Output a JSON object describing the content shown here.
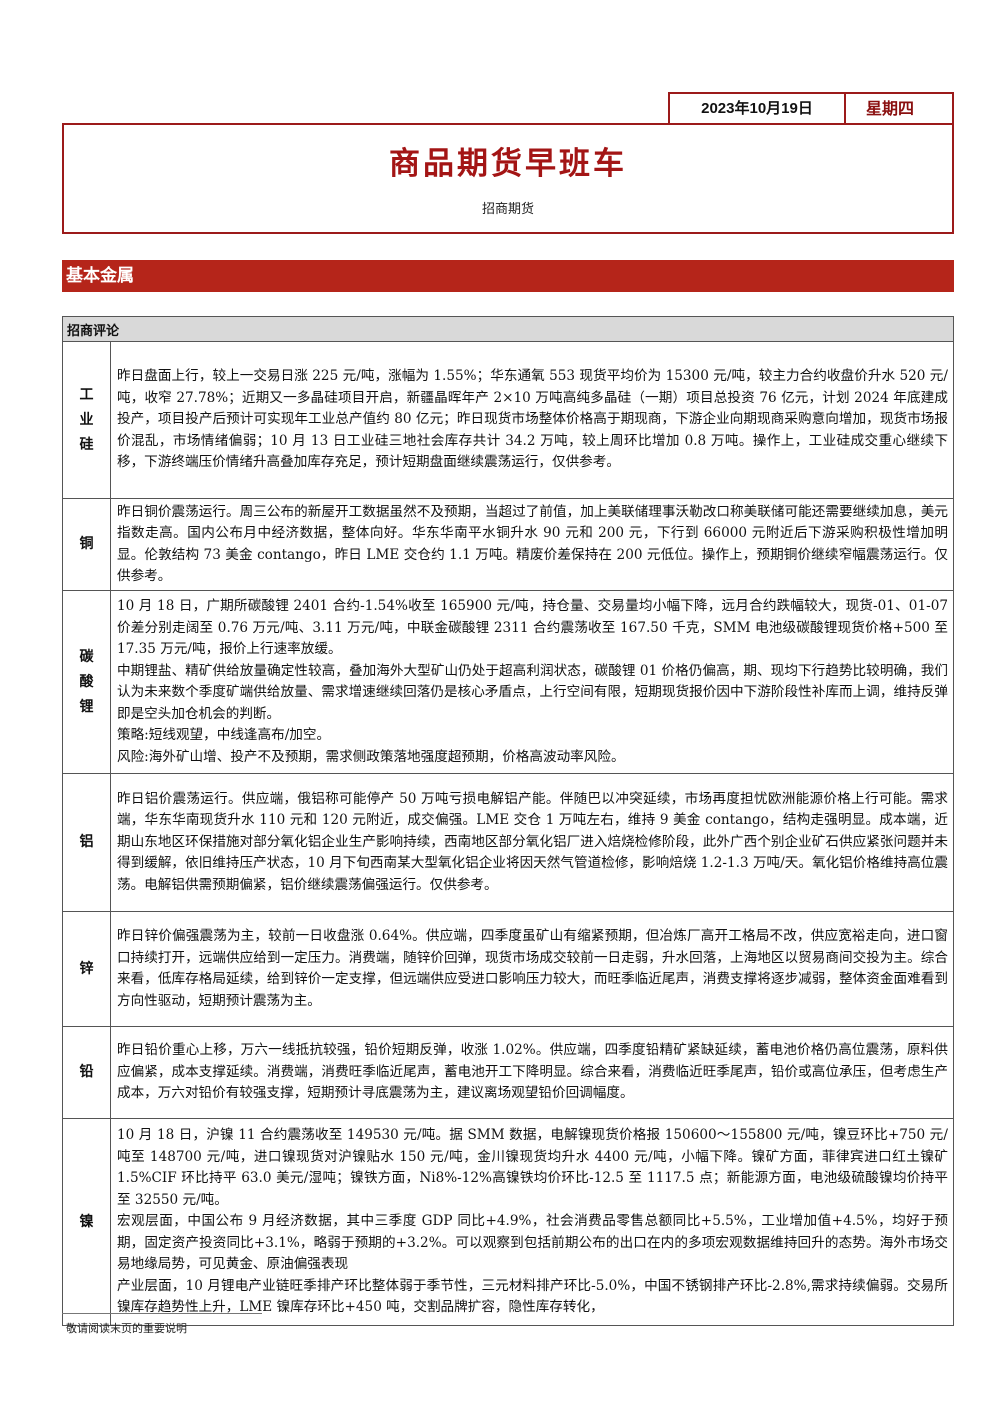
{
  "header": {
    "date": "2023年10月19日",
    "weekday": "星期四",
    "title": "商品期货早班车",
    "org": "招商期货"
  },
  "section": {
    "title": "基本金属",
    "table_header": "招商评论",
    "rows": [
      {
        "category": "工业硅",
        "paragraphs": [
          "昨日盘面上行，较上一交易日涨 225 元/吨，涨幅为 1.55%；华东通氧 553 现货平均价为 15300 元/吨，较主力合约收盘价升水 520 元/吨，收窄 27.78%；近期又一多晶硅项目开启，新疆晶晖年产 2×10 万吨高纯多晶硅（一期）项目总投资 76 亿元，计划 2024 年底建成投产，项目投产后预计可实现年工业总产值约 80 亿元；昨日现货市场整体价格高于期现商，下游企业向期现商采购意向增加，现货市场报价混乱，市场情绪偏弱；10 月 13 日工业硅三地社会库存共计 34.2 万吨，较上周环比增加 0.8 万吨。操作上，工业硅成交重心继续下移，下游终端压价情绪升高叠加库存充足，预计短期盘面继续震荡运行，仅供参考。"
        ]
      },
      {
        "category": "铜",
        "paragraphs": [
          "昨日铜价震荡运行。周三公布的新屋开工数据虽然不及预期，当超过了前值，加上美联储理事沃勒改口称美联储可能还需要继续加息，美元指数走高。国内公布月中经济数据，整体向好。华东华南平水铜升水 90 元和 200 元，下行到 66000 元附近后下游采购积极性增加明显。伦敦结构 73 美金 contango，昨日 LME 交仓约 1.1 万吨。精废价差保持在 200 元低位。操作上，预期铜价继续窄幅震荡运行。仅供参考。"
        ]
      },
      {
        "category": "碳酸锂",
        "paragraphs": [
          "10 月 18 日，广期所碳酸锂 2401 合约-1.54%收至 165900 元/吨，持仓量、交易量均小幅下降，远月合约跌幅较大，现货-01、01-07 价差分别走阔至 0.76 万元/吨、3.11 万元/吨，中联金碳酸锂 2311 合约震荡收至 167.50 千克，SMM 电池级碳酸锂现货价格+500 至 17.35 万元/吨，报价上行速率放缓。",
          "中期锂盐、精矿供给放量确定性较高，叠加海外大型矿山仍处于超高利润状态，碳酸锂 01 价格仍偏高，期、现均下行趋势比较明确，我们认为未来数个季度矿端供给放量、需求增速继续回落仍是核心矛盾点，上行空间有限，短期现货报价因中下游阶段性补库而上调，维持反弹即是空头加仓机会的判断。",
          "策略:短线观望，中线逢高布/加空。",
          "风险:海外矿山增、投产不及预期，需求侧政策落地强度超预期，价格高波动率风险。"
        ]
      },
      {
        "category": "铝",
        "paragraphs": [
          "昨日铝价震荡运行。供应端，俄铝称可能停产 50 万吨亏损电解铝产能。伴随巴以冲突延续，市场再度担忧欧洲能源价格上行可能。需求端，华东华南现货升水 110 元和 120 元附近，成交偏强。LME 交仓 1 万吨左右，维持 9 美金 contango，结构走强明显。成本端，近期山东地区环保措施对部分氧化铝企业生产影响持续，西南地区部分氧化铝厂进入焙烧检修阶段，此外广西个别企业矿石供应紧张问题并未得到缓解，依旧维持压产状态，10 月下旬西南某大型氧化铝企业将因天然气管道检修，影响焙烧 1.2-1.3 万吨/天。氧化铝价格维持高位震荡。电解铝供需预期偏紧，铝价继续震荡偏强运行。仅供参考。"
        ]
      },
      {
        "category": "锌",
        "paragraphs": [
          "昨日锌价偏强震荡为主，较前一日收盘涨 0.64%。供应端，四季度虽矿山有缩紧预期，但冶炼厂高开工格局不改，供应宽裕走向，进口窗口持续打开，远端供应给到一定压力。消费端，随锌价回弹，现货市场成交较前一日走弱，升水回落，上海地区以贸易商间交投为主。综合来看，低库存格局延续，给到锌价一定支撑，但远端供应受进口影响压力较大，而旺季临近尾声，消费支撑将逐步减弱，整体资金面难看到方向性驱动，短期预计震荡为主。"
        ]
      },
      {
        "category": "铅",
        "paragraphs": [
          "昨日铅价重心上移，万六一线抵抗较强，铅价短期反弹，收涨 1.02%。供应端，四季度铅精矿紧缺延续，蓄电池价格仍高位震荡，原料供应偏紧，成本支撑延续。消费端，消费旺季临近尾声，蓄电池开工下降明显。综合来看，消费临近旺季尾声，铅价或高位承压，但考虑生产成本，万六对铅价有较强支撑，短期预计寻底震荡为主，建议离场观望铅价回调幅度。"
        ]
      },
      {
        "category": "镍",
        "paragraphs": [
          "10 月 18 日，沪镍 11 合约震荡收至 149530 元/吨。据 SMM 数据，电解镍现货价格报 150600～155800 元/吨，镍豆环比+750 元/吨至 148700 元/吨，进口镍现货对沪镍贴水 150 元/吨，金川镍现货均升水 4400 元/吨，小幅下降。镍矿方面，菲律宾进口红土镍矿 1.5%CIF 环比持平 63.0 美元/湿吨；镍铁方面，Ni8%-12%高镍铁均价环比-12.5 至 1117.5 点；新能源方面，电池级硫酸镍均价持平至 32550 元/吨。",
          "宏观层面，中国公布 9 月经济数据，其中三季度 GDP 同比+4.9%，社会消费品零售总额同比+5.5%，工业增加值+4.5%，均好于预期，固定资产投资同比+3.1%，略弱于预期的+3.2%。可以观察到包括前期公布的出口在内的多项宏观数据维持回升的态势。海外市场交易地缘局势，可见黄金、原油偏强表现",
          "产业层面，10 月锂电产业链旺季排产环比整体弱于季节性，三元材料排产环比-5.0%，中国不锈钢排产环比-2.8%,需求持续偏弱。交易所镍库存趋势性上升，LME 镍库存环比+450 吨，交割品牌扩容，隐性库存转化，"
        ]
      }
    ]
  },
  "footer": {
    "note": "敬请阅读末页的重要说明"
  }
}
